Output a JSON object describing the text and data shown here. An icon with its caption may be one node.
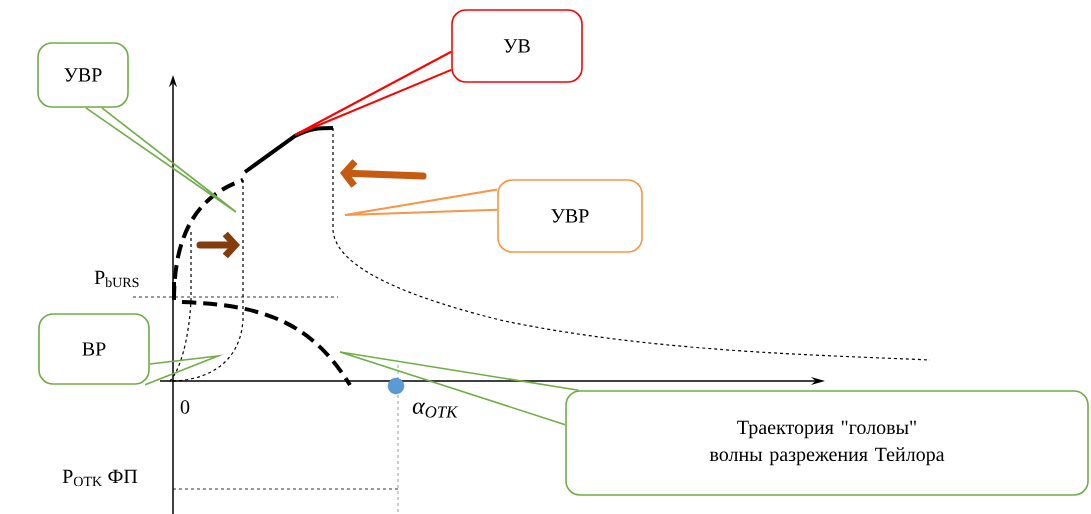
{
  "diagram": {
    "nodes": [
      {
        "text": [
          "УВР"
        ]
      },
      {
        "text": [
          "УВ"
        ]
      },
      {
        "text": [
          "УВР"
        ]
      },
      {
        "text": [
          "ВР"
        ]
      },
      {
        "text": [
          "Траектория \"головы\" волны разрежения Тейлора"
        ]
      }
    ],
    "edges": [
      {
        "from": 0,
        "to": null,
        "arrow": "none"
      },
      {
        "from": 1,
        "to": null,
        "arrow": "none",
        "color": "#ff0000"
      },
      {
        "from": 2,
        "to": null,
        "arrow": "none",
        "color": "#f79646"
      },
      {
        "from": 3,
        "to": null,
        "arrow": "none"
      },
      {
        "from": 4,
        "to": null,
        "arrow": "none"
      }
    ],
    "labels": [
      "P$_{bURS}$",
      "0",
      "α$_{OTK}$",
      "P$_{OTK}$ ФП"
    ]
  }
}
